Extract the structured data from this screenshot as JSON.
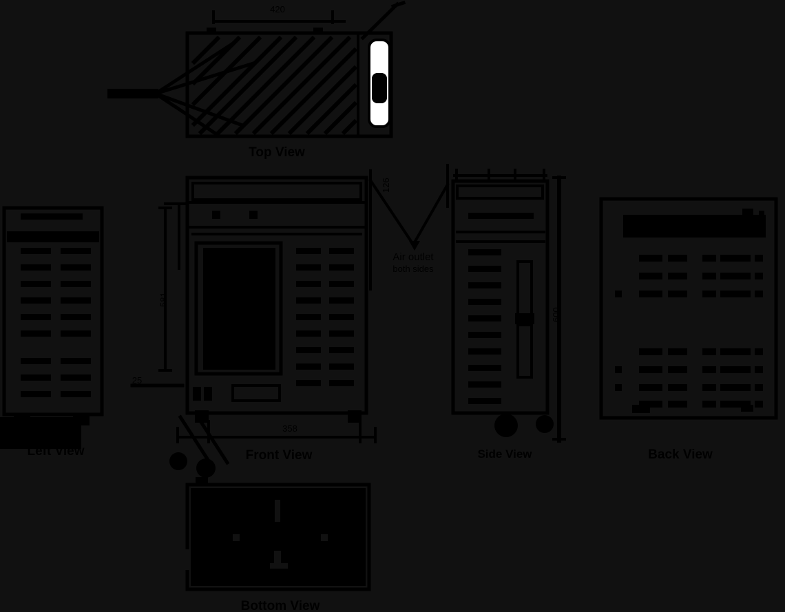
{
  "drawing": {
    "kind": "orthographic-dimension-drawing",
    "background_color": "#111111",
    "ink_color": "#000000",
    "views": {
      "top": {
        "label": "Top View"
      },
      "left": {
        "label": "Left View"
      },
      "front": {
        "label": "Front View"
      },
      "side": {
        "label": "Side View"
      },
      "back": {
        "label": "Back View"
      },
      "bottom": {
        "label": "Bottom View"
      }
    },
    "dimensions": {
      "top_width": "420",
      "front_width": "358",
      "front_height": "581",
      "gap_width": "126",
      "side_height": "600",
      "foot_offset": "25"
    },
    "callout": {
      "line1": "Air outlet",
      "line2": "both sides"
    }
  }
}
